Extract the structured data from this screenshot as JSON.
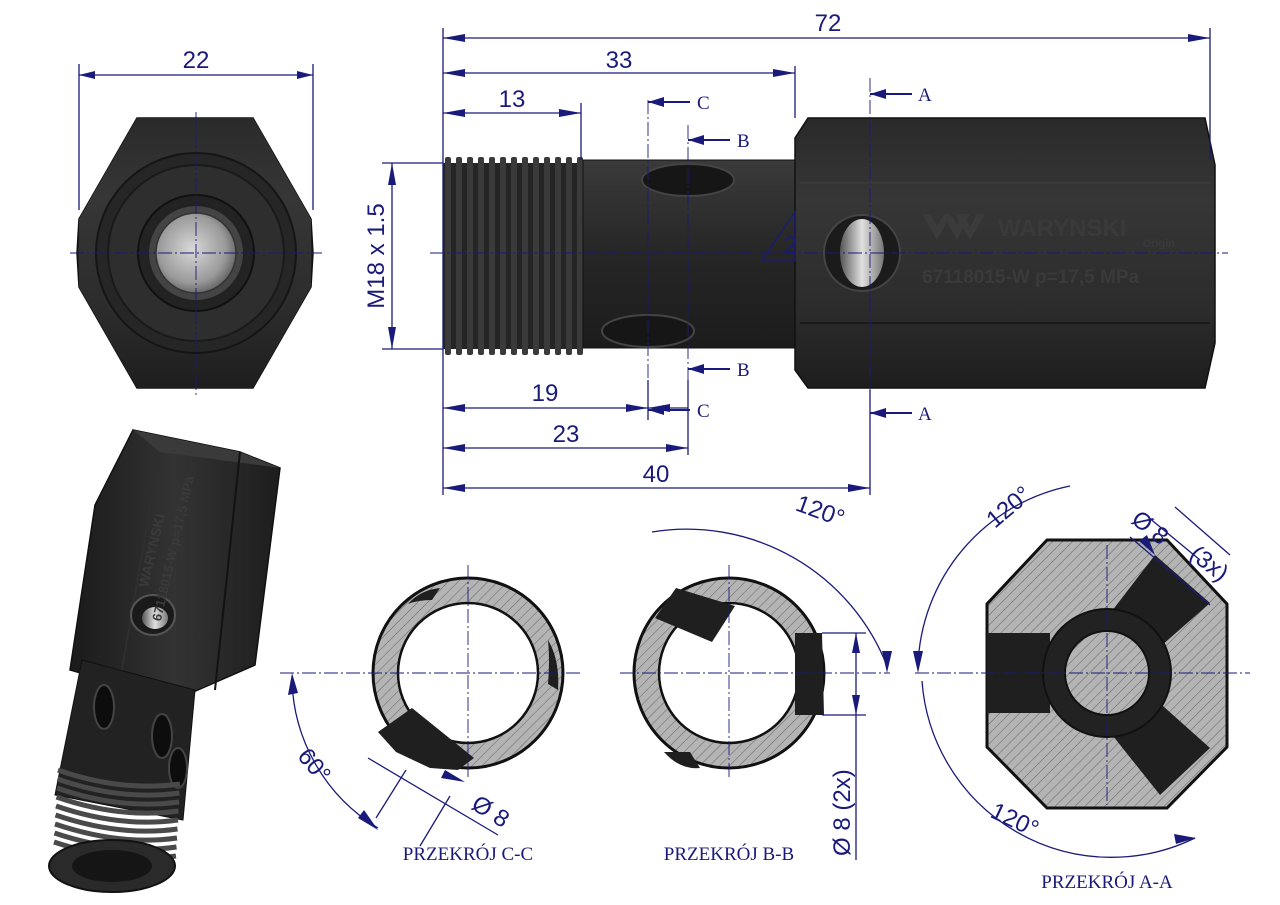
{
  "drawing": {
    "brand": {
      "logo_text": "WARYNSKI",
      "logo_sub": "Origin"
    },
    "part_marking": "67118015-W p=17,5 MPa",
    "roughness_symbol": "2",
    "dimensions": {
      "hex_width": "22",
      "overall_length": "72",
      "to_hex_face": "33",
      "thread_length": "13",
      "thread_size": "M18 x 1.5",
      "to_section_c": "19",
      "to_section_b": "23",
      "to_section_a": "40"
    },
    "section_marks": {
      "a": "A",
      "b": "B",
      "c": "C"
    },
    "sections": {
      "cc": {
        "title": "PRZEKRÓJ C-C",
        "angle": "60°",
        "hole": "Ø 8"
      },
      "bb": {
        "title": "PRZEKRÓJ B-B",
        "angle": "120°",
        "hole": "Ø 8 (2x)"
      },
      "aa": {
        "title": "PRZEKRÓJ A-A",
        "angle_top": "120°",
        "angle_bottom": "120°",
        "hole": "Ø 8",
        "hole_count": "(3x)"
      }
    },
    "colors": {
      "body": "#2b2b2b",
      "dimension": "#1a1a7a",
      "hatch_fill": "#b4b4b4"
    }
  }
}
